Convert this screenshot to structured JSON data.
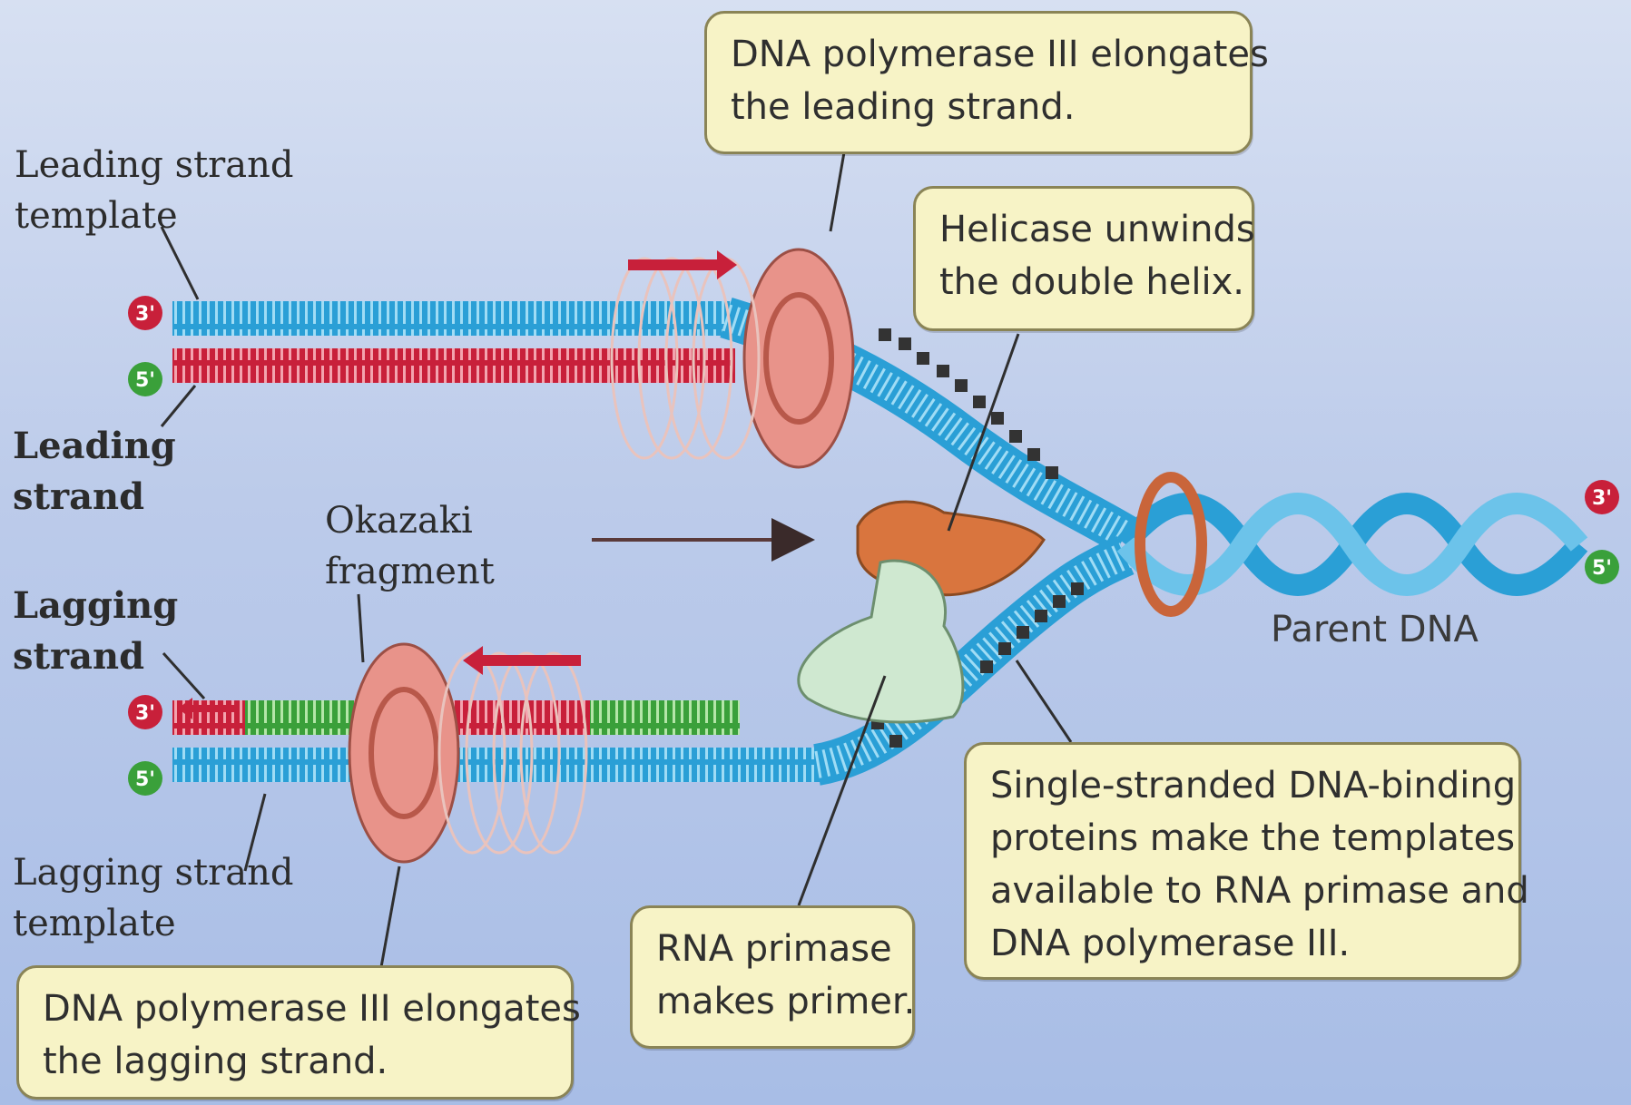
{
  "callouts": {
    "pol3_leading": {
      "line1": "DNA polymerase III elongates",
      "line2": "the leading strand."
    },
    "helicase": {
      "line1": "Helicase unwinds",
      "line2": "the double helix."
    },
    "ssb": {
      "line1": "Single-stranded DNA-binding",
      "line2": "proteins make the templates",
      "line3": "available to RNA primase and",
      "line4": "DNA polymerase III."
    },
    "primase": {
      "line1": "RNA primase",
      "line2": "makes primer."
    },
    "pol3_lagging": {
      "line1": "DNA polymerase III elongates",
      "line2": "the lagging strand."
    }
  },
  "labels": {
    "leading_template": {
      "line1": "Leading strand",
      "line2": "template"
    },
    "leading_strand": {
      "line1": "Leading",
      "line2": "strand"
    },
    "okazaki": {
      "line1": "Okazaki",
      "line2": "fragment"
    },
    "lagging_strand": {
      "line1": "Lagging",
      "line2": "strand"
    },
    "lagging_template": {
      "line1": "Lagging strand",
      "line2": "template"
    },
    "parent_dna": "Parent DNA"
  },
  "ends": {
    "three_prime": "3'",
    "five_prime": "5'"
  },
  "colors": {
    "template_strand": "#2a9fd6",
    "new_strand": "#c8203a",
    "primer": "#3aa03a",
    "polymerase": "#e8938a",
    "helicase": "#d9753e",
    "primase": "#cfe8d0",
    "ssb": "#3a3a3a",
    "three_prime_end": "#c8203a",
    "five_prime_end": "#3aa03a"
  }
}
